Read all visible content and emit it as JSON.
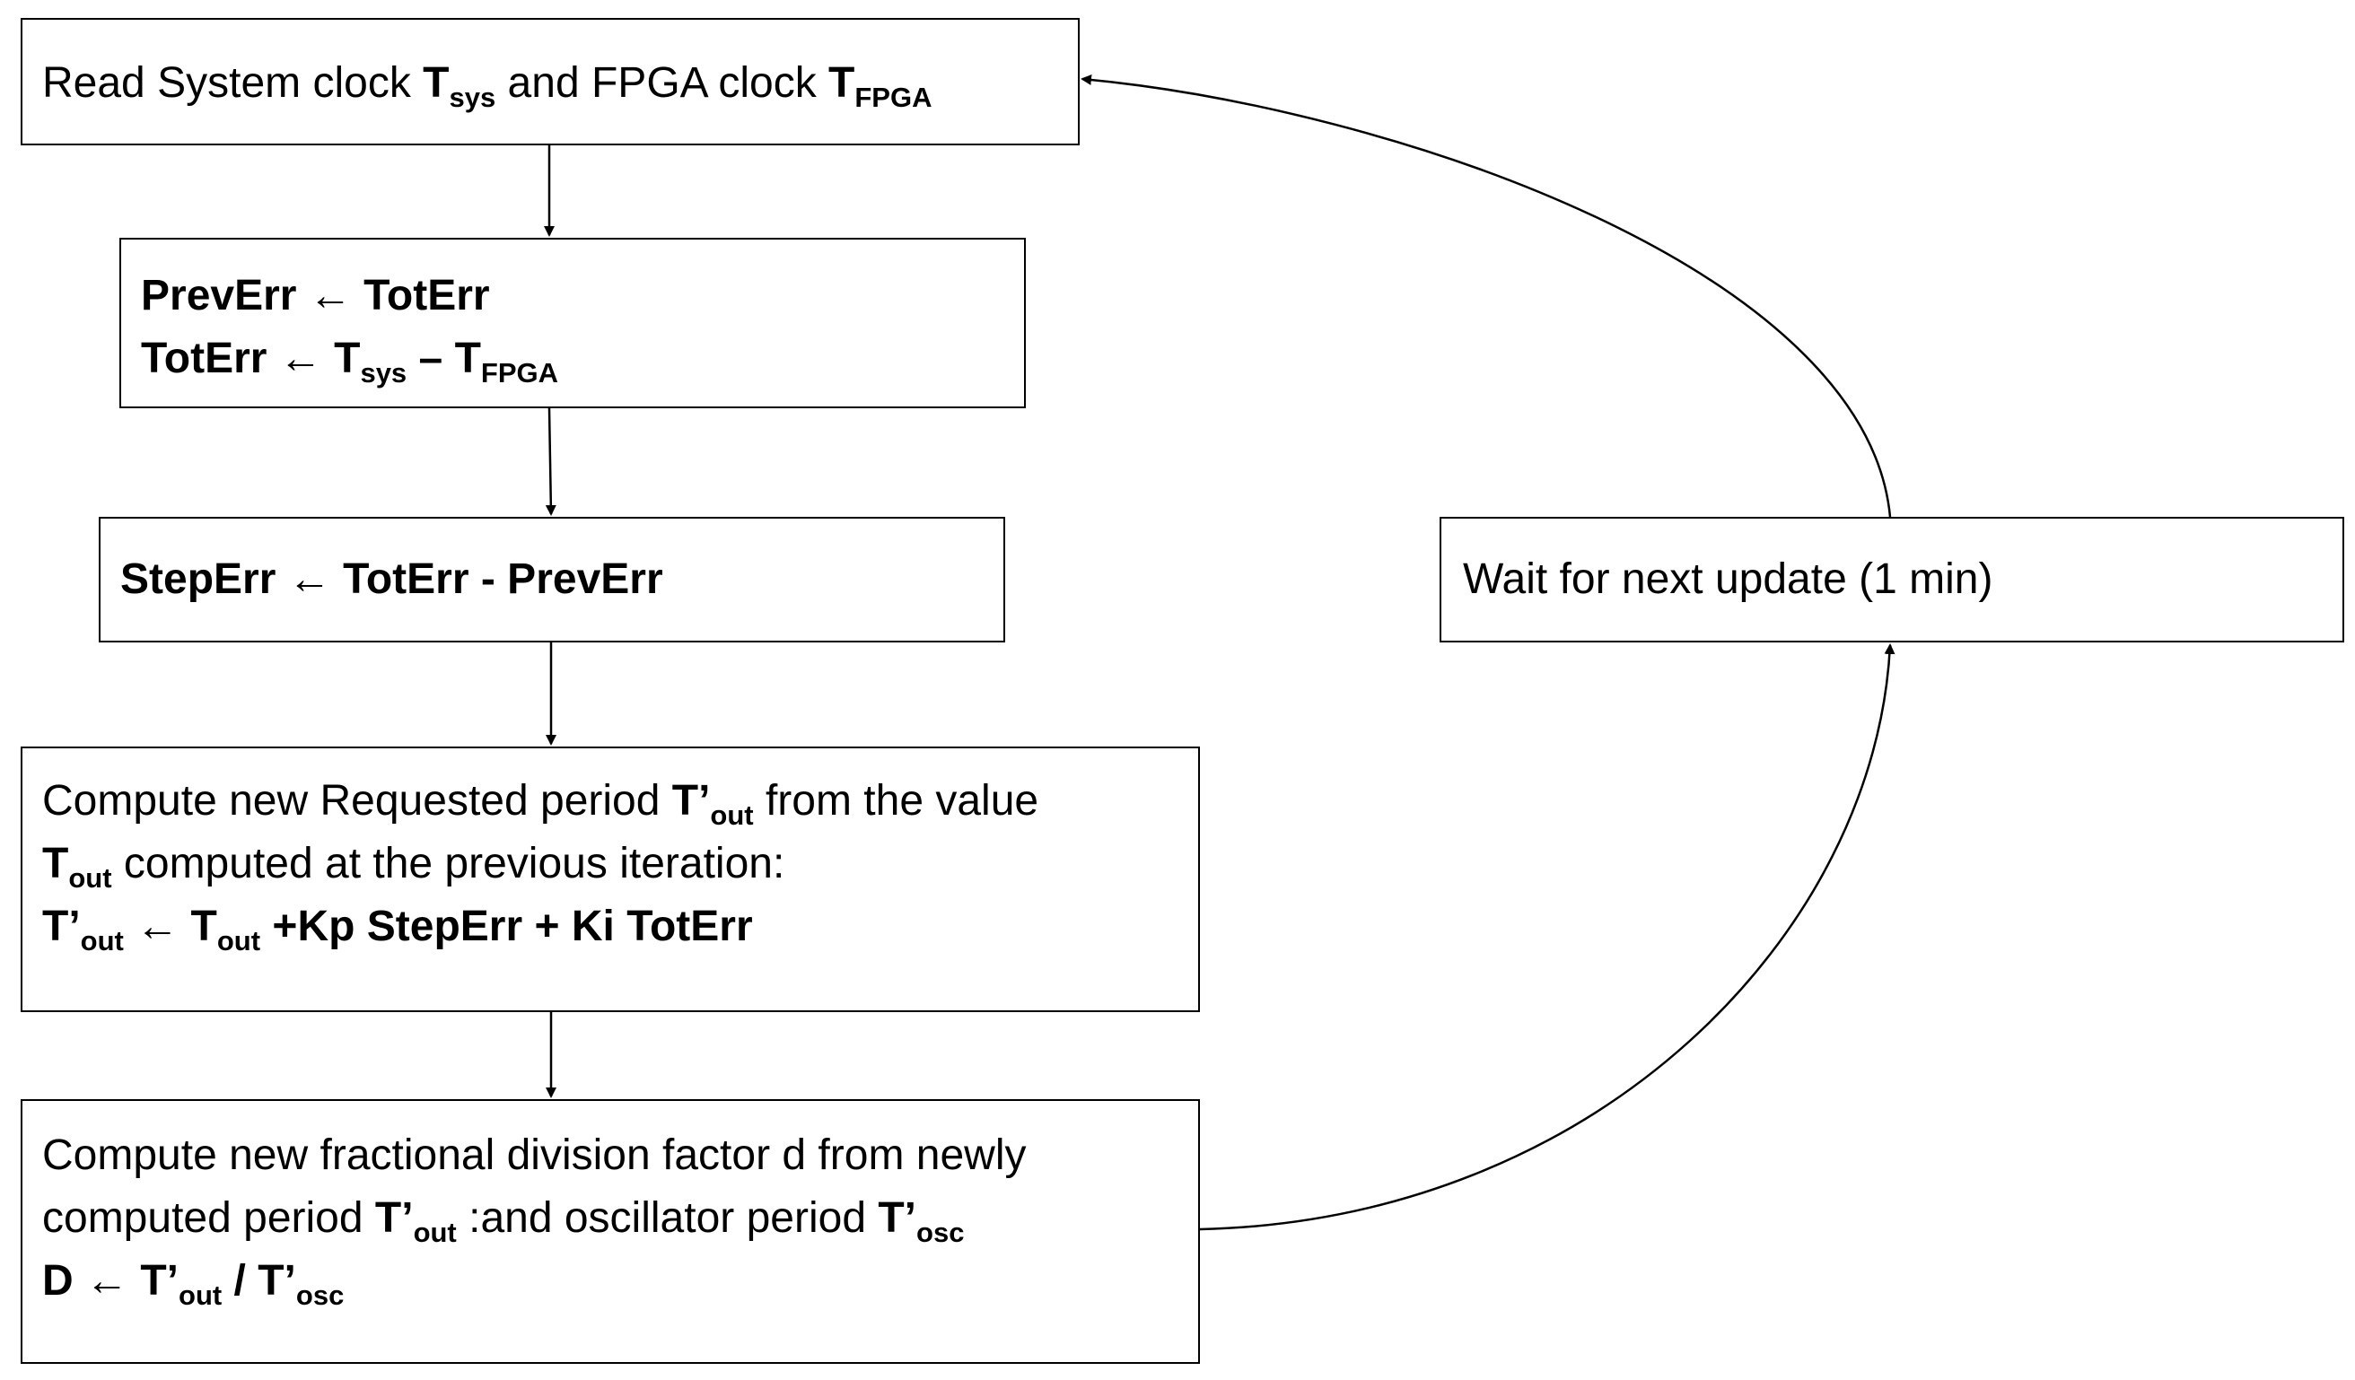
{
  "boxes": {
    "read": {
      "text1": "Read System clock ",
      "t": "T",
      "sys_sub": "sys",
      "text2": " and FPGA clock ",
      "t2": "T",
      "fpga_sub": "FPGA"
    },
    "err": {
      "l1_left": "PrevErr",
      "arrow": "←",
      "l1_right": "TotErr",
      "l2_left": "TotErr",
      "l2_t1": "T",
      "l2_sys": "sys",
      "l2_dash": " – ",
      "l2_t2": "T",
      "l2_fpga": "FPGA"
    },
    "step": {
      "left": "StepErr",
      "arrow": "←",
      "right": "TotErr - PrevErr"
    },
    "comp": {
      "l1_text": "Compute new Requested period ",
      "l1_t": "T’",
      "l1_sub": "out",
      "l1_tail": " from the value",
      "l2_t": "T",
      "l2_sub": "out",
      "l2_tail": " computed at the previous iteration:",
      "l3_t": "T’",
      "l3_sub": "out",
      "arrow": "←",
      "l3_t2": "T",
      "l3_sub2": "out",
      "l3_tail": " +Kp StepErr + Ki TotErr"
    },
    "div": {
      "l1_text": "Compute new fractional division factor d from newly",
      "l2_text": "computed period ",
      "l2_t": "T’",
      "l2_sub": "out",
      "l2_mid": " :and oscillator period ",
      "l2_t2": "T’",
      "l2_sub2": "osc",
      "l3_d": "D",
      "arrow": "←",
      "l3_t": "T’",
      "l3_sub": "out",
      "l3_slash": " / ",
      "l3_t2": "T’",
      "l3_sub2": "osc"
    },
    "wait": {
      "text": "Wait for next update (1 min)"
    }
  },
  "colors": {
    "stroke": "#000000",
    "background": "#ffffff"
  }
}
